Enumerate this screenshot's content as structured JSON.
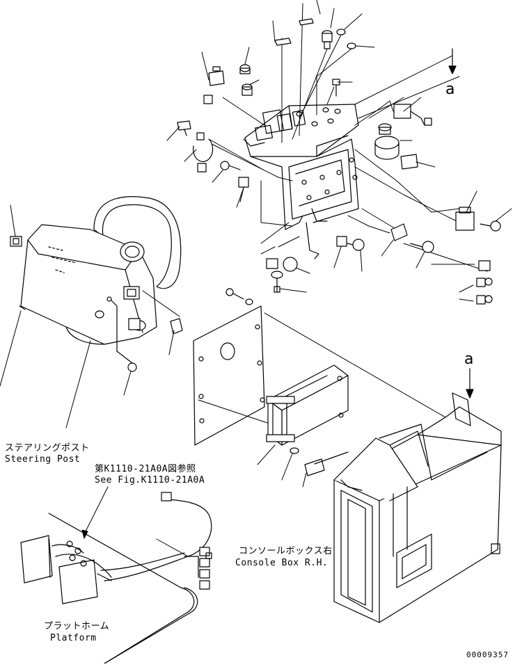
{
  "labels": {
    "steering_post_jp": "ステアリングポスト",
    "steering_post_en": "Steering Post",
    "see_fig_jp": "第K1110-21A0A図参照",
    "see_fig_en": "See Fig.K1110-21A0A",
    "console_box_jp": "コンソールボックス右",
    "console_box_en": "Console Box R.H.",
    "platform_jp": "プラットホーム",
    "platform_en": "Platform",
    "ref_a_top": "a",
    "ref_a_bottom": "a",
    "drawing_number": "00009357"
  },
  "colors": {
    "ink": "#000000",
    "paper": "#ffffff"
  }
}
